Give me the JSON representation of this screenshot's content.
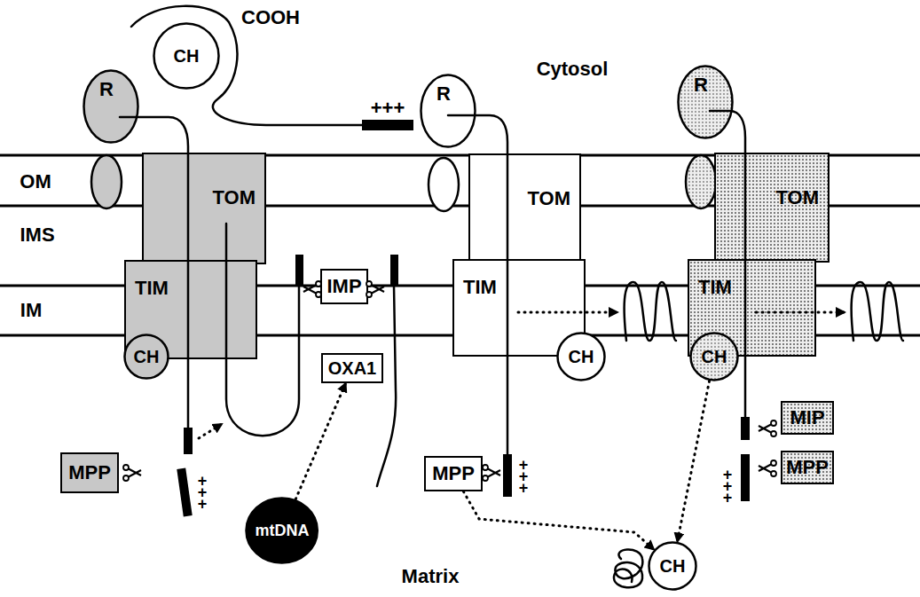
{
  "diagram": {
    "nodes": [
      {
        "text": [
          "CH"
        ]
      },
      {
        "text": [
          "R"
        ]
      },
      {
        "text": [
          "R"
        ]
      },
      {
        "text": [
          "R"
        ]
      },
      {
        "text": [
          "TOM"
        ]
      },
      {
        "text": [
          "TOM"
        ]
      },
      {
        "text": [
          "TOM"
        ]
      },
      {
        "text": [
          "TIM"
        ]
      },
      {
        "text": [
          "IMP"
        ]
      },
      {
        "text": [
          "TIM"
        ]
      },
      {
        "text": [
          "TIM"
        ]
      },
      {
        "text": [
          "CH"
        ]
      },
      {
        "text": [
          "OXA1"
        ]
      },
      {
        "text": [
          "CH"
        ]
      },
      {
        "text": [
          "CH"
        ]
      },
      {
        "text": [
          "MPP"
        ]
      },
      {
        "text": [
          "MPP"
        ]
      },
      {
        "text": [
          "MIP"
        ]
      },
      {
        "text": [
          "MPP"
        ]
      },
      {
        "text": [
          "mtDNA"
        ]
      },
      {
        "text": [
          "CH"
        ]
      }
    ],
    "edges": [
      {
        "from": 19,
        "to": 12,
        "arrow": "to"
      },
      {
        "from": 16,
        "to": 20,
        "arrow": "to"
      },
      {
        "from": 14,
        "to": 20,
        "arrow": "to"
      }
    ],
    "labels": [
      "COOH",
      "Cytosol",
      "+++",
      "OM",
      "IMS",
      "IM",
      "+++",
      "+++",
      "+++",
      "Matrix"
    ]
  }
}
